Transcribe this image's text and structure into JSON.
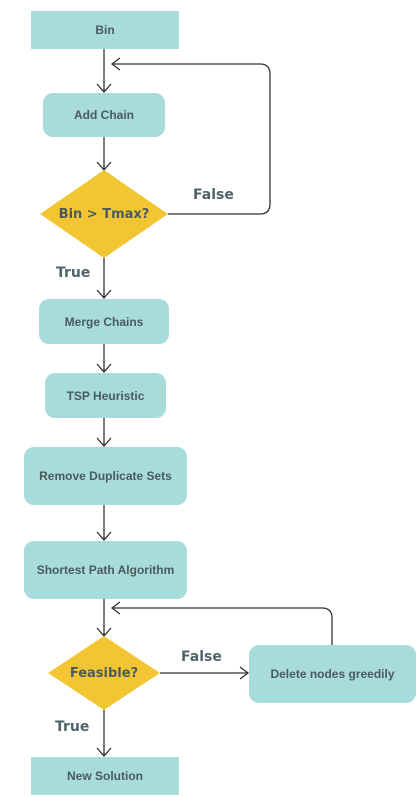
{
  "nodes": {
    "bin": "Bin",
    "add_chain": "Add Chain",
    "decision_bin": "Bin > Tmax?",
    "merge_chains": "Merge Chains",
    "tsp_heuristic": "TSP Heuristic",
    "remove_duplicates": "Remove Duplicate Sets",
    "shortest_path": "Shortest Path Algorithm",
    "decision_feasible": "Feasible?",
    "delete_nodes": "Delete nodes greedily",
    "new_solution": "New Solution"
  },
  "edge_labels": {
    "bin_false": "False",
    "bin_true": "True",
    "feasible_false": "False",
    "feasible_true": "True"
  },
  "colors": {
    "process_fill": "#a8dcdb",
    "decision_fill": "#f2c632",
    "text": "#4a5a5f",
    "line": "#333333"
  }
}
